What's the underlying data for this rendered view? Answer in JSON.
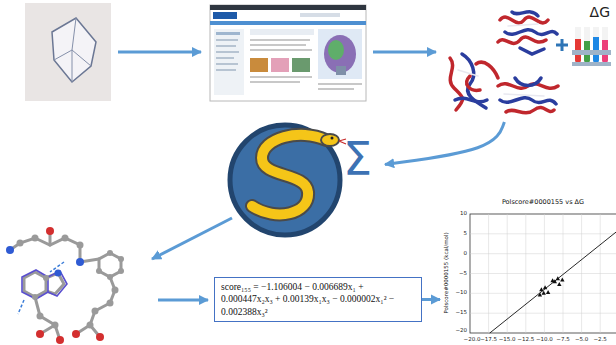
{
  "diagram": {
    "nodes": [
      {
        "text": [
          "ΔG"
        ]
      },
      {
        "text": [
          "Σ"
        ]
      },
      {
        "text": [
          "score₁₅₅ = −1.106004 − 0.006689x₁ + 0.000447x₂x₃ + 0.00139x₁x₃ − 0.000002x₁² − 0.002388x₃²"
        ]
      },
      {
        "text": [
          "Polscore#0000155 vs ΔG",
          "Polscore#0000155 (kcal/mol)"
        ]
      }
    ],
    "edges": [
      {
        "from": 0,
        "to": 1,
        "arrow": "to"
      },
      {
        "from": 2,
        "to": 3,
        "arrow": "to"
      }
    ],
    "labels": [
      "10",
      "5",
      "0",
      "−5",
      "−10",
      "−15",
      "−20",
      "−20.0",
      "−17.5",
      "−15.0",
      "−12.5",
      "−10.0",
      "−7.5",
      "−5.0",
      "−2.5"
    ]
  }
}
